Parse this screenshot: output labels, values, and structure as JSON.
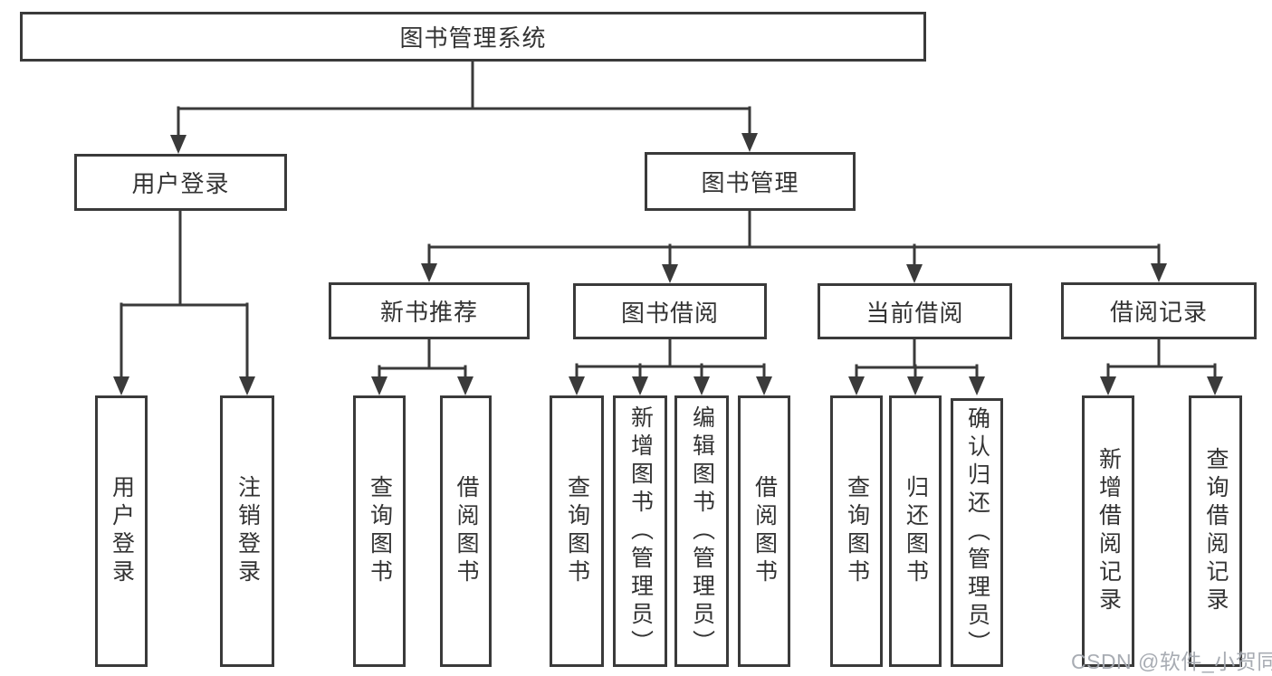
{
  "diagram": {
    "kind": "hierarchy-tree",
    "language": "zh-CN"
  },
  "nodes": {
    "root": {
      "label": "图书管理系统"
    },
    "user_login": {
      "label": "用户登录"
    },
    "book_mgmt": {
      "label": "图书管理"
    },
    "new_book_rec": {
      "label": "新书推荐"
    },
    "book_borrow": {
      "label": "图书借阅"
    },
    "current_borrow": {
      "label": "当前借阅"
    },
    "borrow_records": {
      "label": "借阅记录"
    },
    "leaf_user_login": {
      "label": "用户登录"
    },
    "leaf_logout": {
      "label": "注销登录"
    },
    "leaf_query_book_rec": {
      "label": "查询图书"
    },
    "leaf_borrow_book_rec": {
      "label": "借阅图书"
    },
    "leaf_query_book_borrow": {
      "label": "查询图书"
    },
    "leaf_add_book": {
      "label": "新增图书（管理员）"
    },
    "leaf_edit_book": {
      "label": "编辑图书（管理员）"
    },
    "leaf_borrow_book_borrow": {
      "label": "借阅图书"
    },
    "leaf_query_book_current": {
      "label": "查询图书"
    },
    "leaf_return_book": {
      "label": "归还图书"
    },
    "leaf_confirm_return": {
      "label": "确认归还（管理员）"
    },
    "leaf_add_borrow_record": {
      "label": "新增借阅记录"
    },
    "leaf_query_borrow_record": {
      "label": "查询借阅记录"
    }
  },
  "structure": {
    "root": [
      "user_login",
      "book_mgmt"
    ],
    "user_login": [
      "leaf_user_login",
      "leaf_logout"
    ],
    "book_mgmt": [
      "new_book_rec",
      "book_borrow",
      "current_borrow",
      "borrow_records"
    ],
    "new_book_rec": [
      "leaf_query_book_rec",
      "leaf_borrow_book_rec"
    ],
    "book_borrow": [
      "leaf_query_book_borrow",
      "leaf_add_book",
      "leaf_edit_book",
      "leaf_borrow_book_borrow"
    ],
    "current_borrow": [
      "leaf_query_book_current",
      "leaf_return_book",
      "leaf_confirm_return"
    ],
    "borrow_records": [
      "leaf_add_borrow_record",
      "leaf_query_borrow_record"
    ]
  },
  "watermark": {
    "text": "CSDN @软件_小贺同学"
  },
  "colors": {
    "line": "#3a3a3a",
    "box_border": "#3a3a3a",
    "box_background": "#ffffff",
    "text": "#333333",
    "watermark": "#a3a8af"
  }
}
